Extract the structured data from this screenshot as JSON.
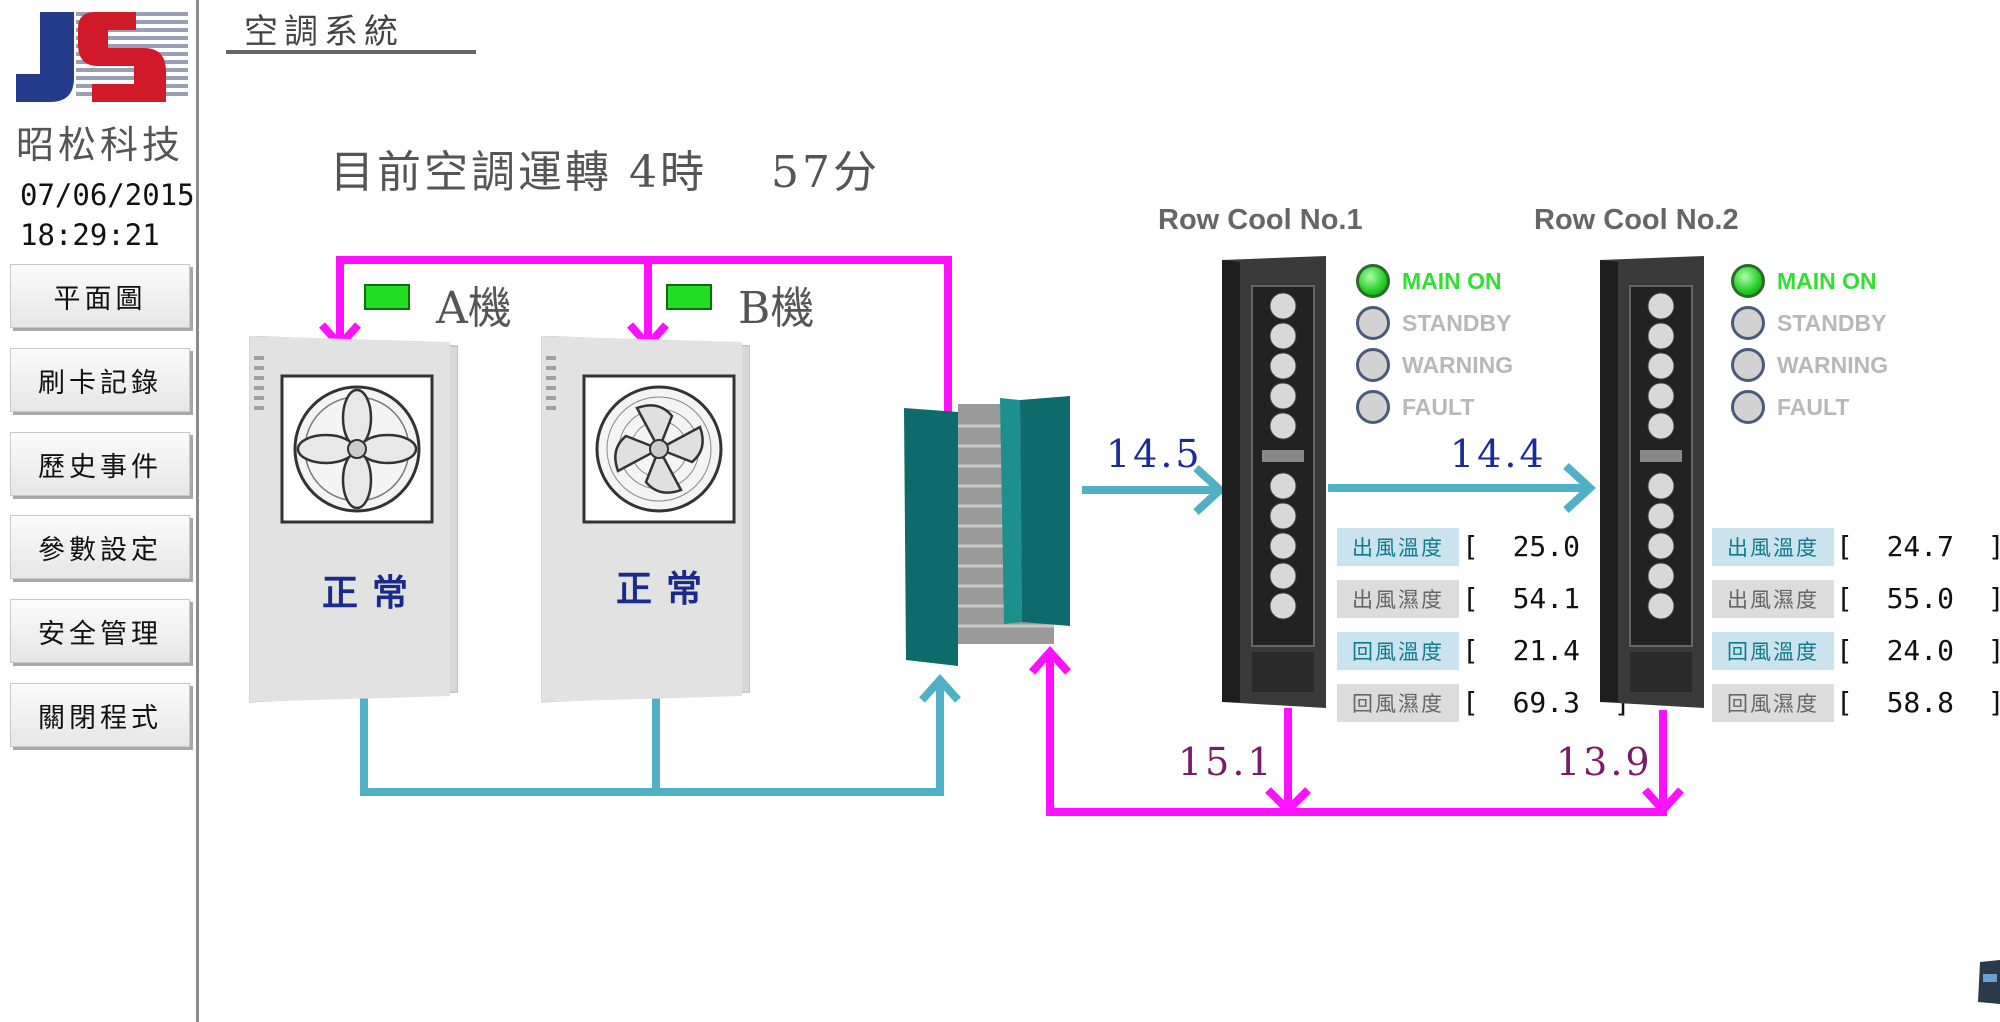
{
  "sidebar": {
    "company": "昭松科技",
    "date": "07/06/2015",
    "time": "18:29:21",
    "nav": [
      {
        "label": "平面圖"
      },
      {
        "label": "刷卡記錄"
      },
      {
        "label": "歷史事件"
      },
      {
        "label": "參數設定"
      },
      {
        "label": "安全管理"
      },
      {
        "label": "關閉程式"
      }
    ]
  },
  "header": {
    "title": "空調系統",
    "runtime": "目前空調運轉 4時　 57分"
  },
  "outdoor_units": [
    {
      "name": "A機",
      "status": "正常",
      "lamp": "on"
    },
    {
      "name": "B機",
      "status": "正常",
      "lamp": "on"
    }
  ],
  "flows": {
    "supply_to_rc1": "14.5",
    "rc1_to_rc2": "14.4",
    "return_rc1": "15.1",
    "return_rc2": "13.9"
  },
  "row_cools": [
    {
      "title": "Row Cool No.1",
      "indicators": [
        {
          "label": "MAIN ON",
          "active": true
        },
        {
          "label": "STANDBY",
          "active": false
        },
        {
          "label": "WARNING",
          "active": false
        },
        {
          "label": "FAULT",
          "active": false
        }
      ],
      "measurements": [
        {
          "label": "出風溫度",
          "value": "[  25.0  ]",
          "kind": "temp"
        },
        {
          "label": "出風濕度",
          "value": "[  54.1  ]",
          "kind": "hum"
        },
        {
          "label": "回風溫度",
          "value": "[  21.4  ]",
          "kind": "temp"
        },
        {
          "label": "回風濕度",
          "value": "[  69.3  ]",
          "kind": "hum"
        }
      ]
    },
    {
      "title": "Row Cool No.2",
      "indicators": [
        {
          "label": "MAIN ON",
          "active": true
        },
        {
          "label": "STANDBY",
          "active": false
        },
        {
          "label": "WARNING",
          "active": false
        },
        {
          "label": "FAULT",
          "active": false
        }
      ],
      "measurements": [
        {
          "label": "出風溫度",
          "value": "[  24.7  ]",
          "kind": "temp"
        },
        {
          "label": "出風濕度",
          "value": "[  55.0  ]",
          "kind": "hum"
        },
        {
          "label": "回風溫度",
          "value": "[  24.0  ]",
          "kind": "temp"
        },
        {
          "label": "回風濕度",
          "value": "[  58.8  ]",
          "kind": "hum"
        }
      ]
    }
  ],
  "colors": {
    "supply_pipe": "#ff10ff",
    "return_pipe": "#4fb0c6",
    "lamp_on": "#22dd22",
    "status_text": "#1a2a8a"
  }
}
